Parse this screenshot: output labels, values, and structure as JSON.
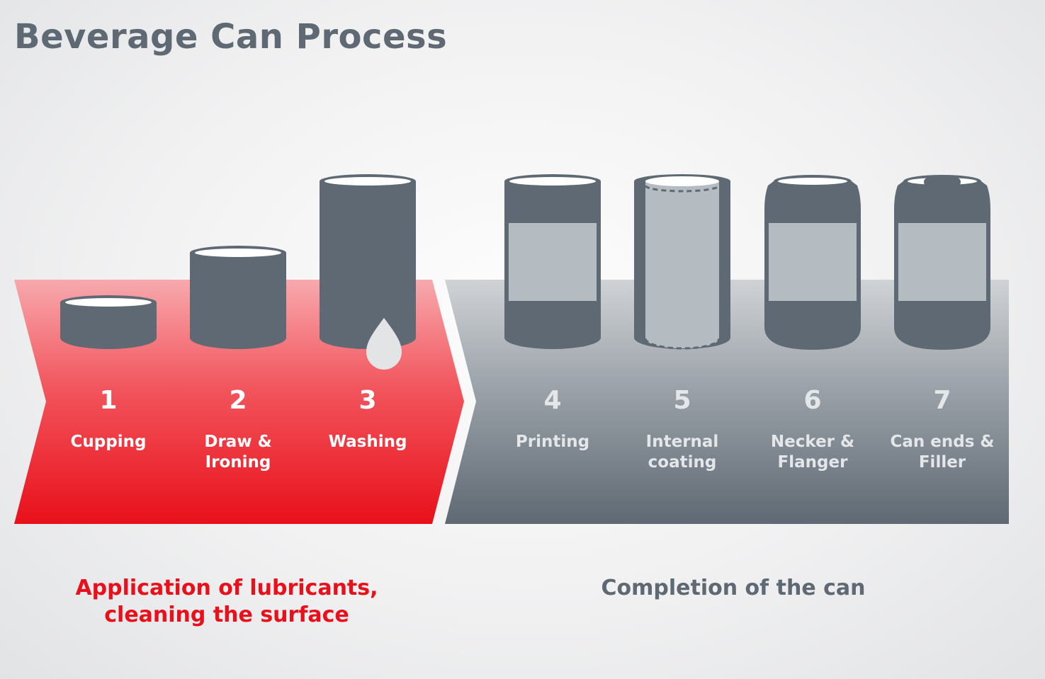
{
  "title": "Beverage Can Process",
  "colors": {
    "red_accent": "#e8101a",
    "red_light": "#f7a9ad",
    "gray_band": "#5f6973",
    "can_dark": "#5f6973",
    "can_light": "#b4bbc1",
    "can_inner": "#ffffff"
  },
  "steps": [
    {
      "number": "1",
      "label": "Cupping"
    },
    {
      "number": "2",
      "label": "Draw &\nIroning"
    },
    {
      "number": "3",
      "label": "Washing"
    },
    {
      "number": "4",
      "label": "Printing"
    },
    {
      "number": "5",
      "label": "Internal\ncoating"
    },
    {
      "number": "6",
      "label": "Necker &\nFlanger"
    },
    {
      "number": "7",
      "label": "Can ends &\nFiller"
    }
  ],
  "phases": {
    "red": {
      "caption": "Application of lubricants,\ncleaning the surface"
    },
    "gray": {
      "caption": "Completion of the can"
    }
  },
  "icons": [
    "shallow-cup-icon",
    "short-can-icon",
    "tall-can-drop-icon",
    "printed-can-icon",
    "coated-can-icon",
    "necked-can-icon",
    "finished-can-icon"
  ]
}
